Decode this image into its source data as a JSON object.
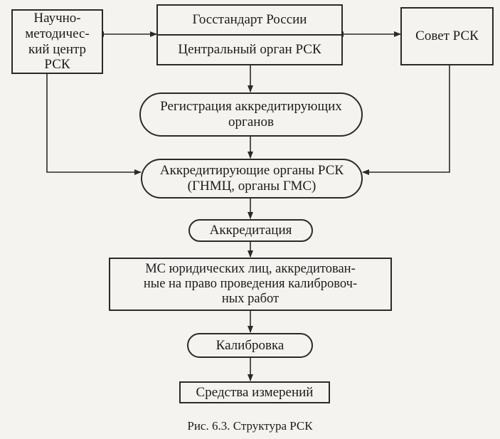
{
  "nodes": {
    "nmc": {
      "lines": [
        "Научно-",
        "методичес-",
        "кий центр",
        "РСК"
      ]
    },
    "gosstandart": {
      "top": "Госстандарт России",
      "bottom": "Центральный орган РСК"
    },
    "council": {
      "label": "Совет РСК"
    },
    "registration": {
      "lines": [
        "Регистрация аккредитирующих",
        "органов"
      ]
    },
    "accrediting_bodies": {
      "lines": [
        "Аккредитирующие органы РСК",
        "(ГНМЦ, органы ГМС)"
      ]
    },
    "accreditation": {
      "label": "Аккредитация"
    },
    "ms_entities": {
      "lines": [
        "МС юридических лиц, аккредитован-",
        "ные на право проведения калибровоч-",
        "ных работ"
      ]
    },
    "calibration": {
      "label": "Калибровка"
    },
    "instruments": {
      "label": "Средства измерений"
    }
  },
  "caption": "Рис. 6.3. Структура РСК"
}
